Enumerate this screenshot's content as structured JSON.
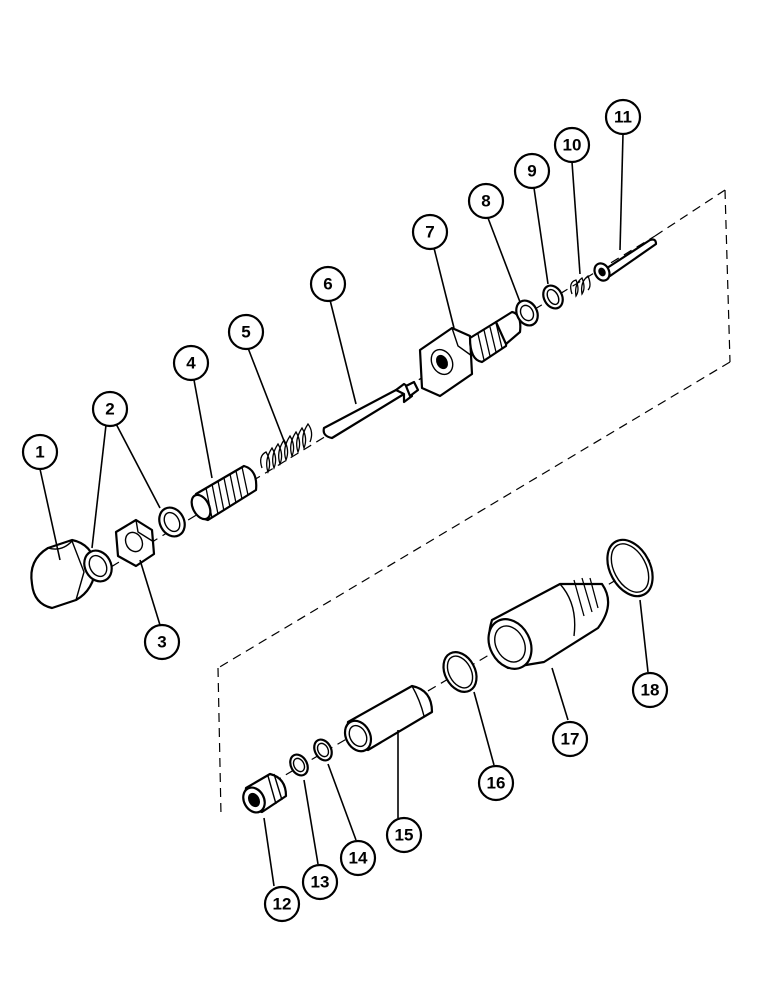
{
  "callouts": [
    {
      "id": "1",
      "label": "1"
    },
    {
      "id": "2",
      "label": "2"
    },
    {
      "id": "3",
      "label": "3"
    },
    {
      "id": "4",
      "label": "4"
    },
    {
      "id": "5",
      "label": "5"
    },
    {
      "id": "6",
      "label": "6"
    },
    {
      "id": "7",
      "label": "7"
    },
    {
      "id": "8",
      "label": "8"
    },
    {
      "id": "9",
      "label": "9"
    },
    {
      "id": "10",
      "label": "10"
    },
    {
      "id": "11",
      "label": "11"
    },
    {
      "id": "12",
      "label": "12"
    },
    {
      "id": "13",
      "label": "13"
    },
    {
      "id": "14",
      "label": "14"
    },
    {
      "id": "15",
      "label": "15"
    },
    {
      "id": "16",
      "label": "16"
    },
    {
      "id": "17",
      "label": "17"
    },
    {
      "id": "18",
      "label": "18"
    }
  ],
  "colors": {
    "ink": "#000000",
    "paper": "#ffffff"
  }
}
